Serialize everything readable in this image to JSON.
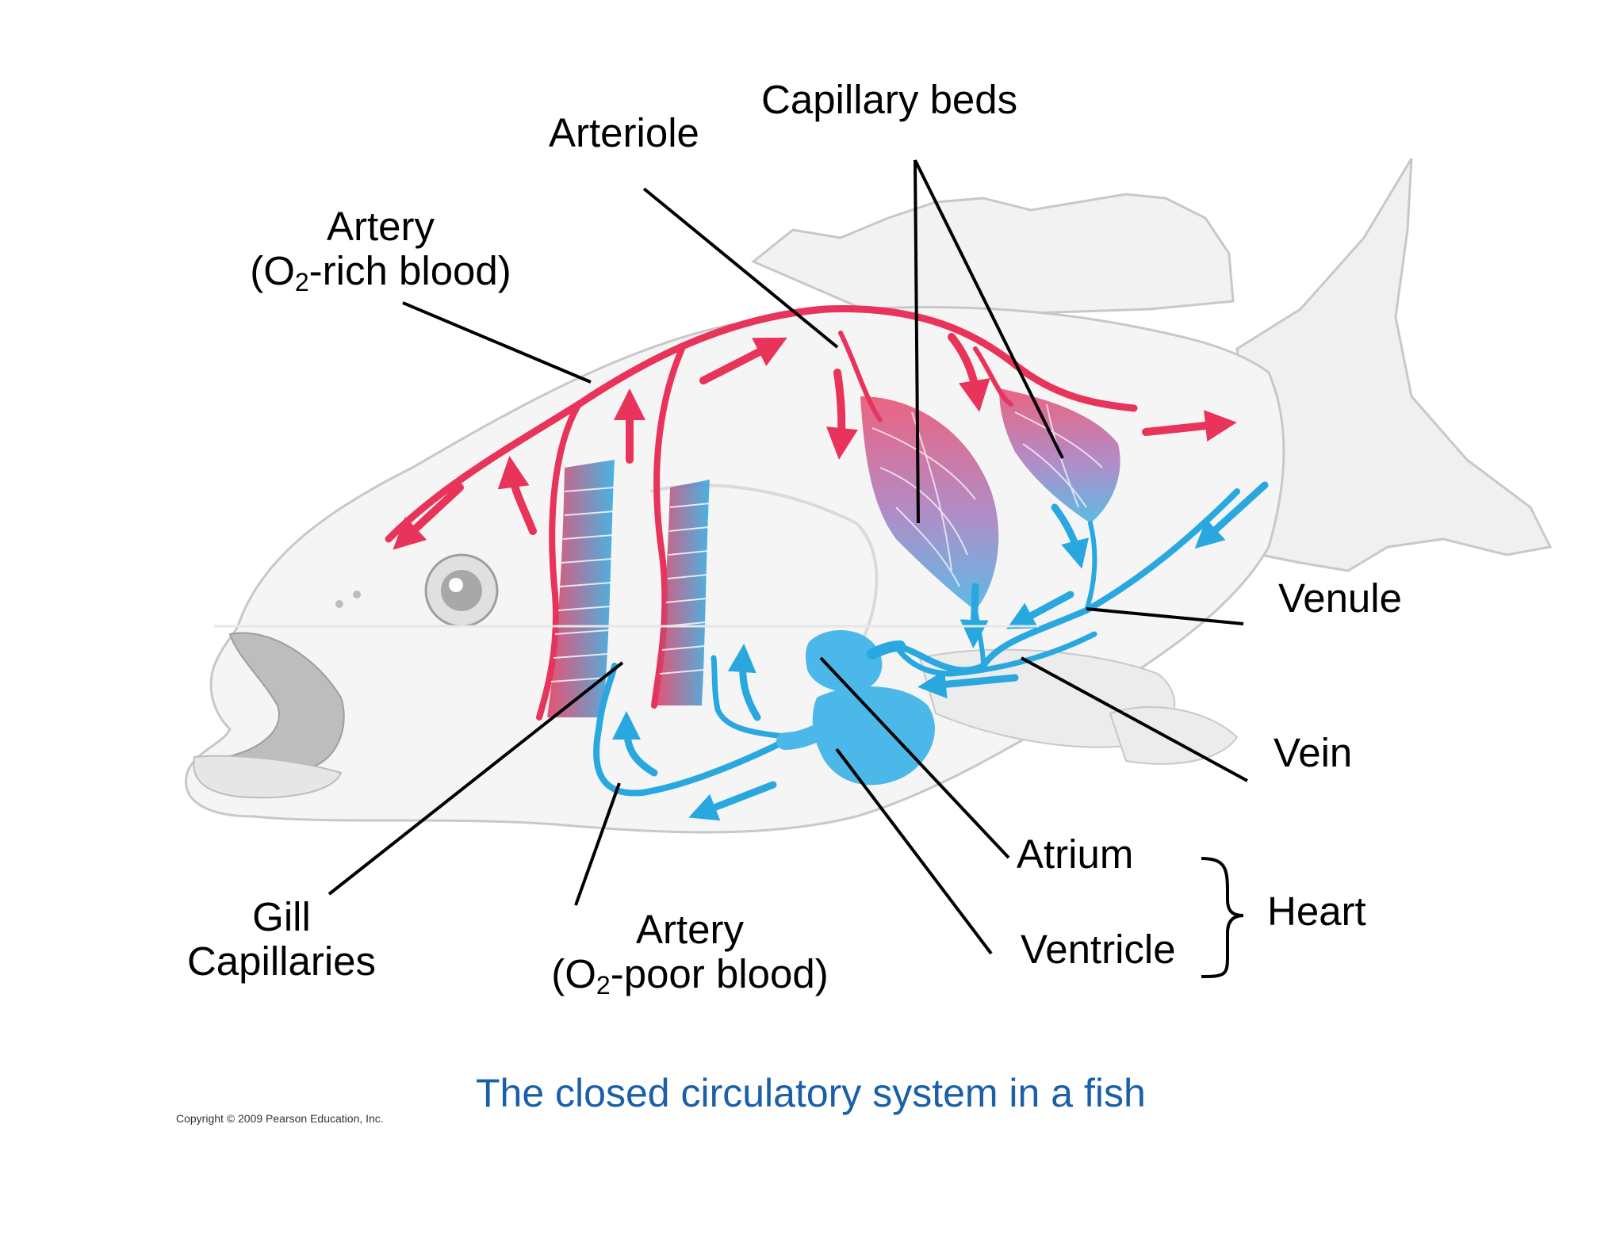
{
  "labels": {
    "capillary_beds": "Capillary beds",
    "arteriole": "Arteriole",
    "artery_rich_line1": "Artery",
    "artery_rich_pre": "(O",
    "artery_rich_sub": "2",
    "artery_rich_post": "-rich blood)",
    "venule": "Venule",
    "vein": "Vein",
    "atrium": "Atrium",
    "ventricle": "Ventricle",
    "heart": "Heart",
    "gill_line1": "Gill",
    "gill_line2": "Capillaries",
    "artery_poor_line1": "Artery",
    "artery_poor_pre": "(O",
    "artery_poor_sub": "2",
    "artery_poor_post": "-poor blood)"
  },
  "caption": "The closed circulatory system in a fish",
  "copyright": "Copyright © 2009 Pearson Education, Inc.",
  "colors": {
    "oxygen_rich": "#e8335a",
    "oxygen_poor": "#29a8e0",
    "heart": "#4cb8ea",
    "fish_outline": "#c8c8c8",
    "caption": "#1a5fa8"
  }
}
